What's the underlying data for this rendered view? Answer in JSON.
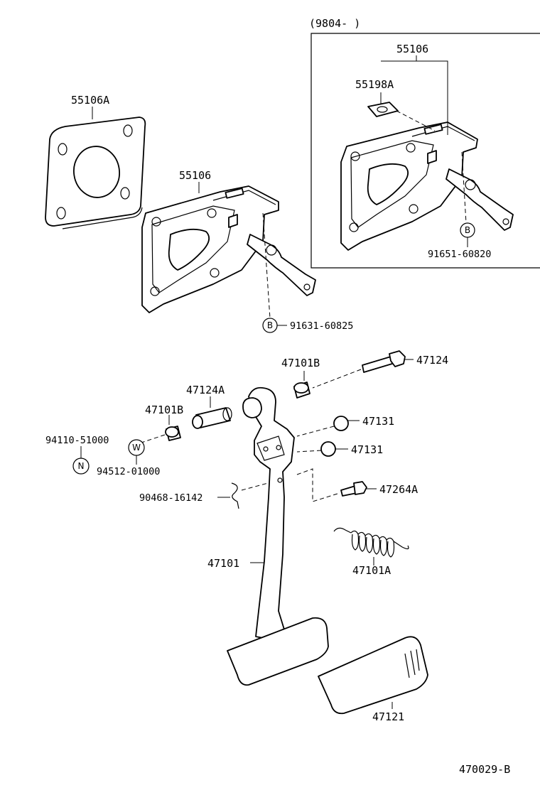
{
  "diagram": {
    "inset_range": "(9804-      )",
    "labels": {
      "p55106A": "55106A",
      "p55106_main": "55106",
      "p55106_inset": "55106",
      "p55198A": "55198A",
      "p91631": "91631-60825",
      "p91651": "91651-60820",
      "p47101B_top": "47101B",
      "p47124": "47124",
      "p47124A": "47124A",
      "p47101B_left": "47101B",
      "p47131_a": "47131",
      "p47131_b": "47131",
      "p94110": "94110-51000",
      "p94512": "94512-01000",
      "p47264A": "47264A",
      "p90468": "90468-16142",
      "p47101": "47101",
      "p47101A": "47101A",
      "p47121": "47121",
      "figure_code": "470029-B"
    },
    "callouts": {
      "b_main": "B",
      "b_inset": "B",
      "n": "N",
      "w": "W"
    }
  }
}
